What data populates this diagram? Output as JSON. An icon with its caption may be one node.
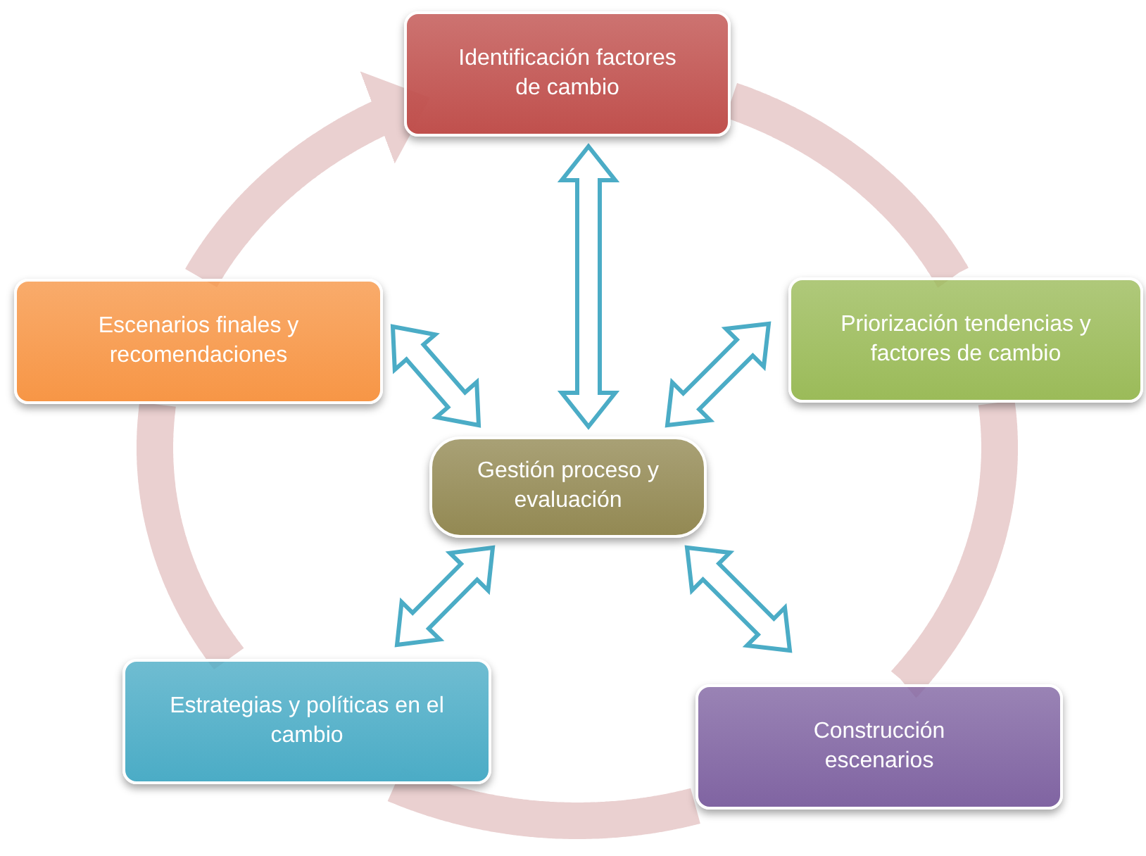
{
  "diagram": {
    "nodes": [
      {
        "text": [
          "Identificación factores de cambio"
        ]
      },
      {
        "text": [
          "Escenarios finales y recomendaciones"
        ]
      },
      {
        "text": [
          "Priorización tendencias y factores de cambio"
        ]
      },
      {
        "text": [
          "Gestión proceso y evaluación"
        ]
      },
      {
        "text": [
          "Estrategias y políticas en el cambio"
        ]
      },
      {
        "text": [
          "Construcción escenarios"
        ]
      }
    ],
    "edges": [
      {
        "from": 3,
        "to": 0,
        "arrow": "both"
      },
      {
        "from": 3,
        "to": 1,
        "arrow": "both"
      },
      {
        "from": 3,
        "to": 2,
        "arrow": "both"
      },
      {
        "from": 3,
        "to": 4,
        "arrow": "both"
      },
      {
        "from": 3,
        "to": 5,
        "arrow": "both"
      },
      {
        "from": 0,
        "to": 2,
        "arrow": "none",
        "color": "#ead0d0"
      },
      {
        "from": 2,
        "to": 5,
        "arrow": "none",
        "color": "#ead0d0"
      },
      {
        "from": 5,
        "to": 4,
        "arrow": "none",
        "color": "#ead0d0"
      },
      {
        "from": 4,
        "to": 1,
        "arrow": "none",
        "color": "#ead0d0"
      },
      {
        "from": 1,
        "to": 0,
        "arrow": "to",
        "color": "#ead0d0"
      }
    ]
  }
}
